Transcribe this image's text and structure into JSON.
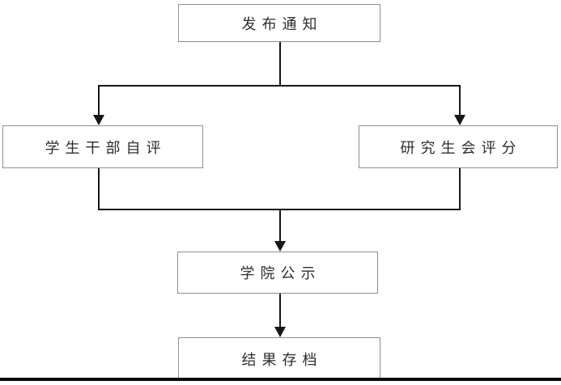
{
  "flowchart": {
    "title": "evaluation-process-flowchart",
    "nodes": {
      "publish_notice": {
        "label": "发布通知"
      },
      "student_self_eval": {
        "label": "学生干部自评"
      },
      "grad_union_score": {
        "label": "研究生会评分"
      },
      "college_publicity": {
        "label": "学院公示"
      },
      "result_archive": {
        "label": "结果存档"
      }
    },
    "edges": [
      {
        "from": "publish_notice",
        "to": "student_self_eval"
      },
      {
        "from": "publish_notice",
        "to": "grad_union_score"
      },
      {
        "from": "student_self_eval",
        "to": "college_publicity"
      },
      {
        "from": "grad_union_score",
        "to": "college_publicity"
      },
      {
        "from": "college_publicity",
        "to": "result_archive"
      }
    ],
    "colors": {
      "background": "#ffffff",
      "box_border": "#8f8f8f",
      "connector_line": "#161616",
      "text": "#2e2e2e",
      "bottom_rule": "#0a0a0a"
    }
  }
}
